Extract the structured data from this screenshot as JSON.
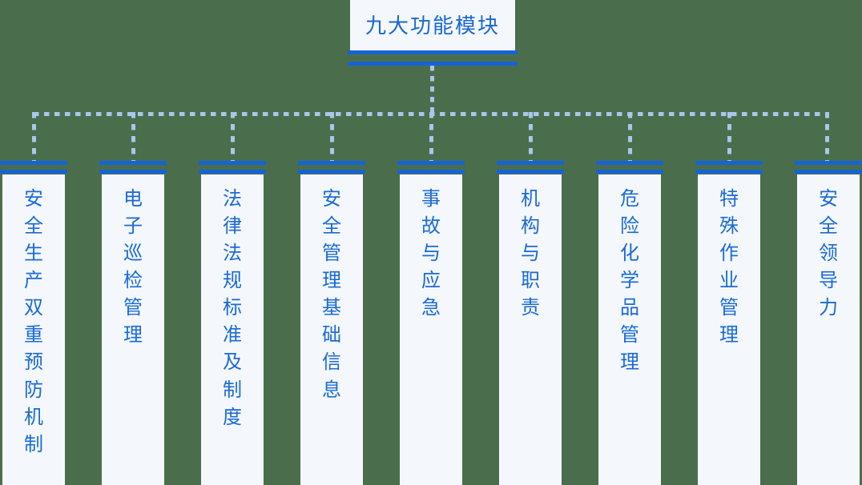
{
  "diagram": {
    "type": "org-chart",
    "orientation": "top-down",
    "background_color": "#4a6e4c",
    "accent_color": "#1663d6",
    "text_color": "#1a6ad6",
    "card_fill_color": "#f4f8fd",
    "connector_color": "#a9c6ec",
    "root": {
      "label": "九大功能模块"
    },
    "children": [
      {
        "label": "安全生产双重预防机制"
      },
      {
        "label": "电子巡检管理"
      },
      {
        "label": "法律法规标准及制度"
      },
      {
        "label": "安全管理基础信息"
      },
      {
        "label": "事故与应急"
      },
      {
        "label": "机构与职责"
      },
      {
        "label": "危险化学品管理"
      },
      {
        "label": "特殊作业管理"
      },
      {
        "label": "安全领导力"
      }
    ]
  }
}
